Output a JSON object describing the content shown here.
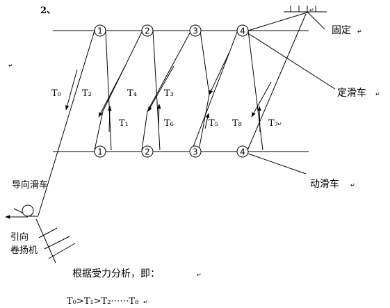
{
  "problem_number": "2、",
  "labels": {
    "fixed": "固定",
    "fixed_pulley": "定滑车",
    "moving_pulley": "动滑车",
    "guide_pulley": "导向滑车",
    "winch_line1": "引向",
    "winch_line2": "卷扬机",
    "analysis": "根据受力分析，即：",
    "inequality": "T₀>T₁>T₂⋯⋯T₈"
  },
  "tensions": {
    "T0": "T₀",
    "T1": "T₁",
    "T2": "T₂",
    "T3": "T₃",
    "T4": "T₄",
    "T5": "T₅",
    "T6": "T₆",
    "T7": "T₇",
    "T8": "T₈"
  },
  "top_pulleys": [
    "1",
    "2",
    "3",
    "4"
  ],
  "bottom_pulleys": [
    "1",
    "2",
    "3",
    "4"
  ],
  "paragraph_mark": "↵"
}
